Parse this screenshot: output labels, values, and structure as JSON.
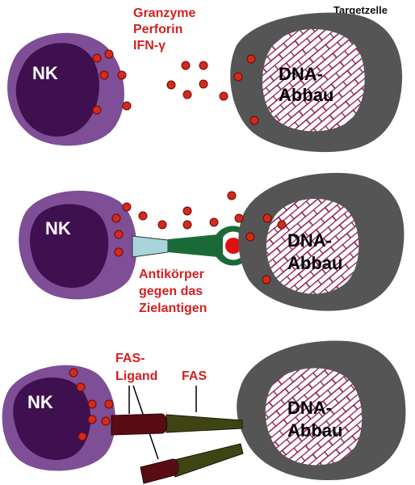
{
  "corner_label": "Targetzelle",
  "panel1": {
    "nk_label": "NK",
    "factors": [
      "Granzyme",
      "Perforin",
      "IFN-γ"
    ],
    "target_label": [
      "DNA-",
      "Abbau"
    ]
  },
  "panel2": {
    "nk_label": "NK",
    "antibody_label": [
      "Antikörper",
      "gegen das",
      "Zielantigen"
    ],
    "target_label": [
      "DNA-",
      "Abbau"
    ]
  },
  "panel3": {
    "nk_label": "NK",
    "fas_ligand_label": [
      "FAS-",
      "Ligand"
    ],
    "fas_label": "FAS",
    "target_label": [
      "DNA-",
      "Abbau"
    ]
  },
  "colors": {
    "nk_outer": "#7e4e96",
    "nk_nucleus": "#3f1050",
    "granule": "#d42a1a",
    "target_ring": "#555555",
    "brick": "#8a1850",
    "antibody_fc": "#a8d4dc",
    "antibody_arm": "#1a6a38",
    "fas_ligand": "#5a0c14",
    "fas": "#3e4414",
    "label_red": "#d42020"
  }
}
